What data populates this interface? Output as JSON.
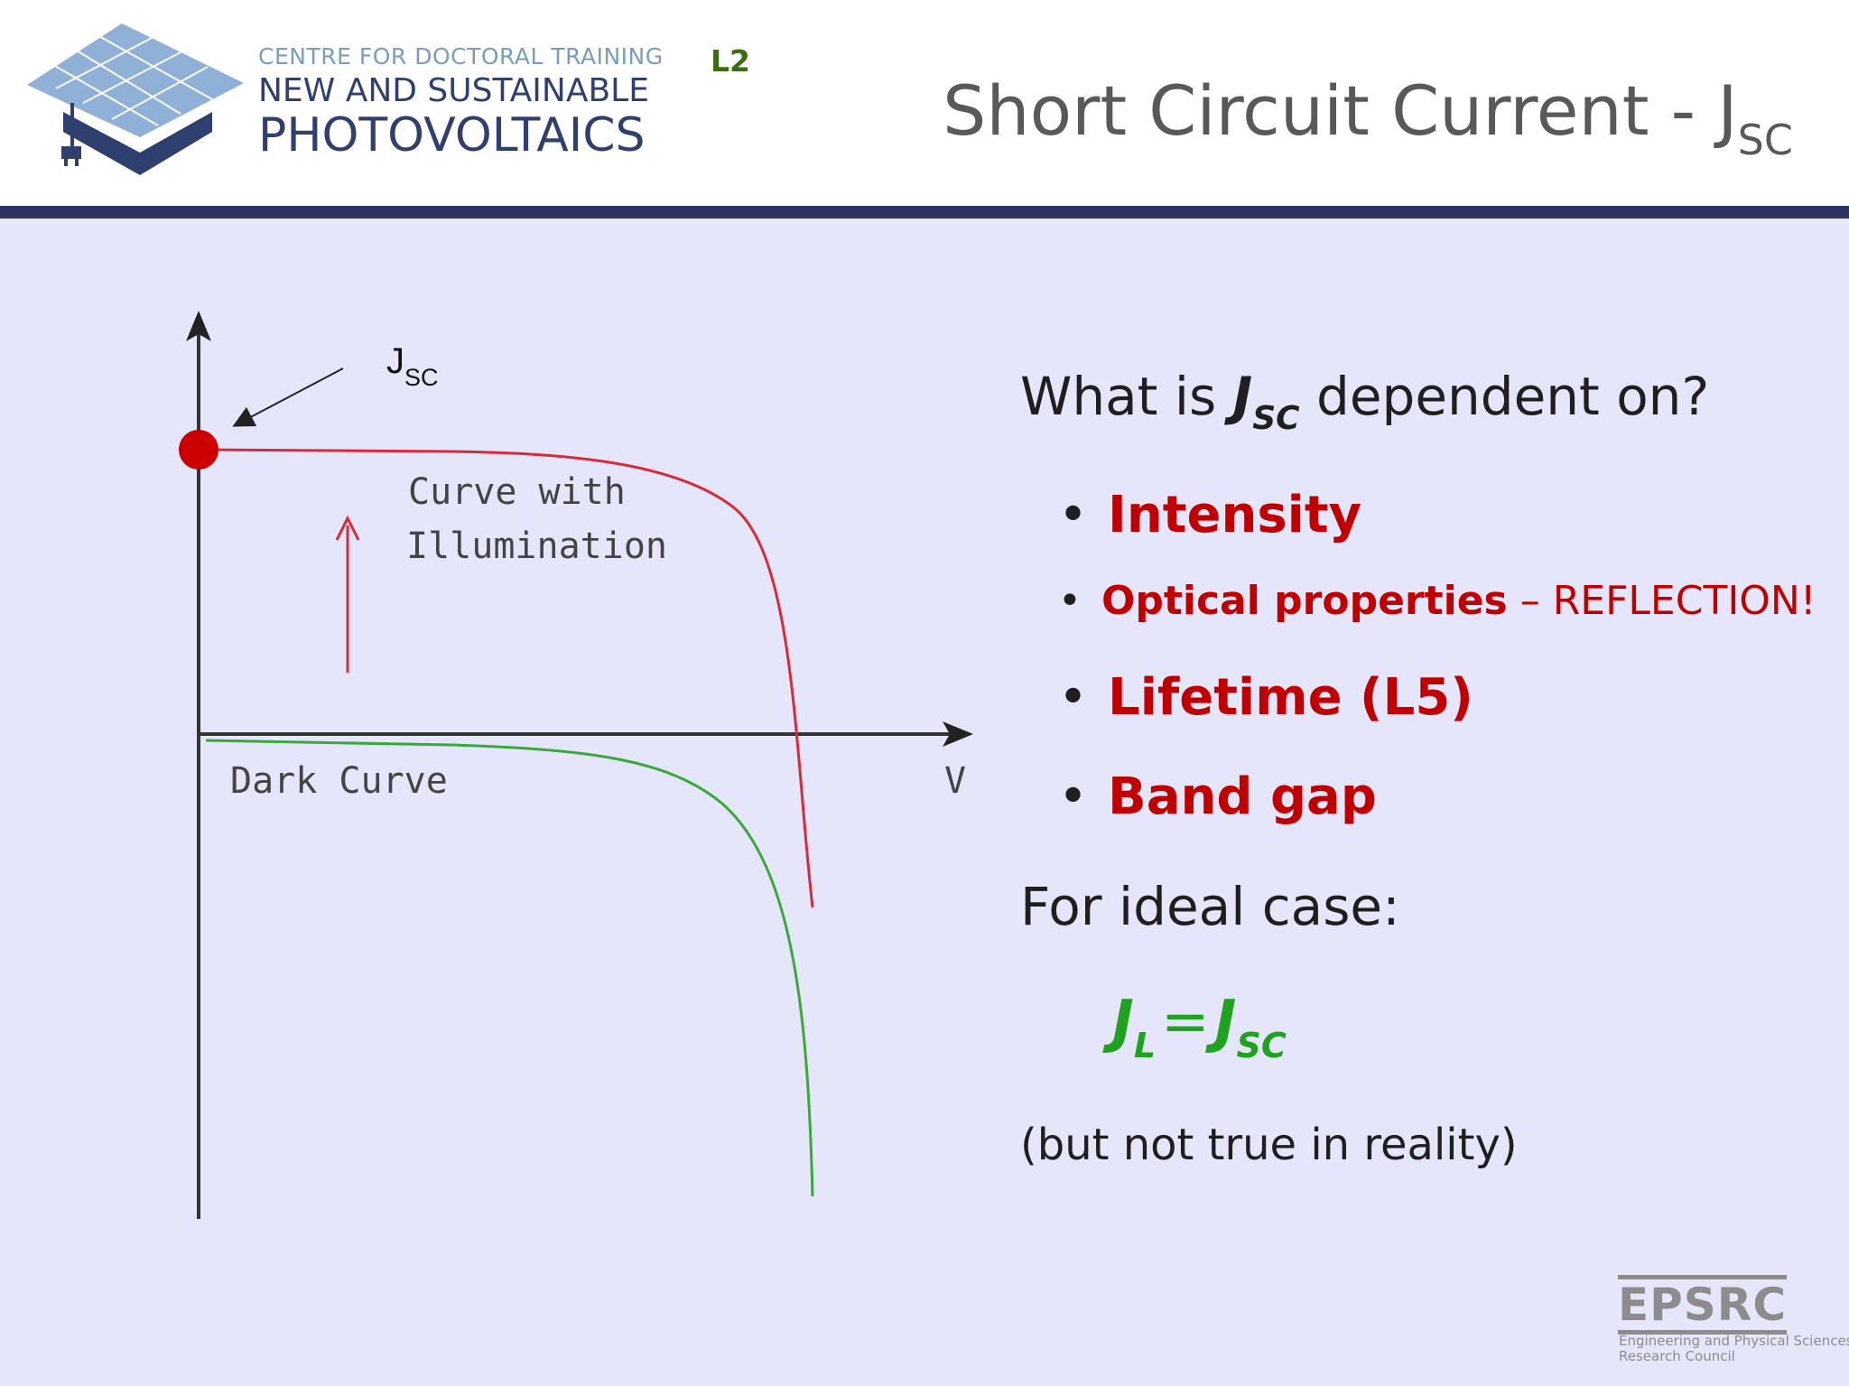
{
  "header": {
    "org_line1": "CENTRE FOR DOCTORAL TRAINING",
    "org_line2": "NEW AND SUSTAINABLE",
    "org_line3": "PHOTOVOLTAICS",
    "lecture": "L2",
    "title_main": "Short Circuit Current - J",
    "title_sub": "SC"
  },
  "figure": {
    "jsc_label": "J",
    "jsc_sub": "SC",
    "illum_line1": "Curve with",
    "illum_line2": "Illumination",
    "dark_label": "Dark Curve",
    "v_label": "V",
    "colors": {
      "illuminated": "#d62b3a",
      "dark": "#3aa83a",
      "point": "#cc0000",
      "axes": "#333333"
    }
  },
  "text": {
    "question_pre": "What is ",
    "question_j": "J",
    "question_sub": "SC",
    "question_post": " dependent on?",
    "bullets": [
      {
        "label": "Intensity",
        "note": ""
      },
      {
        "label": "Optical properties",
        "note": " – REFLECTION!"
      },
      {
        "label": "Lifetime (L5)",
        "note": ""
      },
      {
        "label": "Band gap",
        "note": ""
      }
    ],
    "ideal": "For ideal case:",
    "formula_l": "J",
    "formula_l_sub": "L",
    "formula_eq": "=",
    "formula_r": "J",
    "formula_r_sub": "SC",
    "reality": "(but not true in reality)"
  },
  "footer": {
    "funder": "EPSRC",
    "funder_line1": "Engineering and Physical Sciences",
    "funder_line2": "Research Council"
  }
}
